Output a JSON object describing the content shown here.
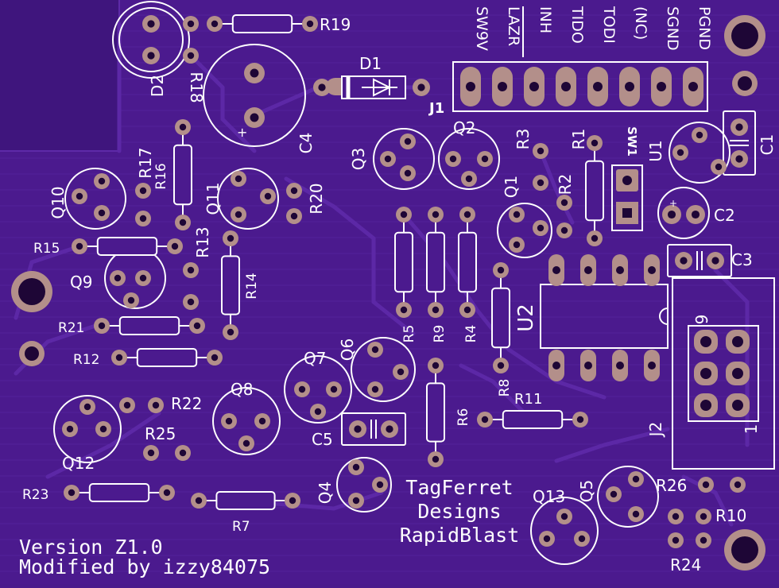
{
  "colors": {
    "board": "#4b1a8e",
    "board_dark": "#3e147a",
    "trace": "#5a26a4",
    "pad": "#b38f8a",
    "hole": "#1e0636",
    "silk": "#ffffff"
  },
  "labels": {
    "d2": "D2",
    "r18": "R18",
    "r19": "R19",
    "c4": "C4",
    "d1": "D1",
    "j1": "J1",
    "pins": [
      "SW9V",
      "LAZR",
      "INH",
      "TIDO",
      "TODI",
      "(NC)",
      "SGND",
      "PGND"
    ],
    "q10": "Q10",
    "r17": "R17",
    "r16": "R16",
    "q11": "Q11",
    "r20": "R20",
    "r15": "R15",
    "r13": "R13",
    "q9": "Q9",
    "r14": "R14",
    "r21": "R21",
    "r12": "R12",
    "q3": "Q3",
    "q2": "Q2",
    "r3": "R3",
    "r1": "R1",
    "sw1": "SW1",
    "u1": "U1",
    "c1": "C1",
    "q1": "Q1",
    "r2": "R2",
    "c2": "C2",
    "c3": "C3",
    "u2": "U2",
    "r5": "R5",
    "r9": "R9",
    "r4": "R4",
    "r8": "R8",
    "j2": "J2",
    "j2_pin9": "9",
    "j2_pin1": "1",
    "q7": "Q7",
    "q6": "Q6",
    "q8": "Q8",
    "r22": "R22",
    "r11": "R11",
    "r6": "R6",
    "q12": "Q12",
    "r25": "R25",
    "c5": "C5",
    "r23": "R23",
    "q4": "Q4",
    "r7": "R7",
    "q13": "Q13",
    "q5": "Q5",
    "r26": "R26",
    "r10": "R10",
    "r24": "R24",
    "plus": "+"
  },
  "credits": {
    "line1": "TagFerret",
    "line2": "Designs",
    "line3": "RapidBlast",
    "version": "Version Z1.0",
    "modified": "Modified by izzy84075"
  }
}
